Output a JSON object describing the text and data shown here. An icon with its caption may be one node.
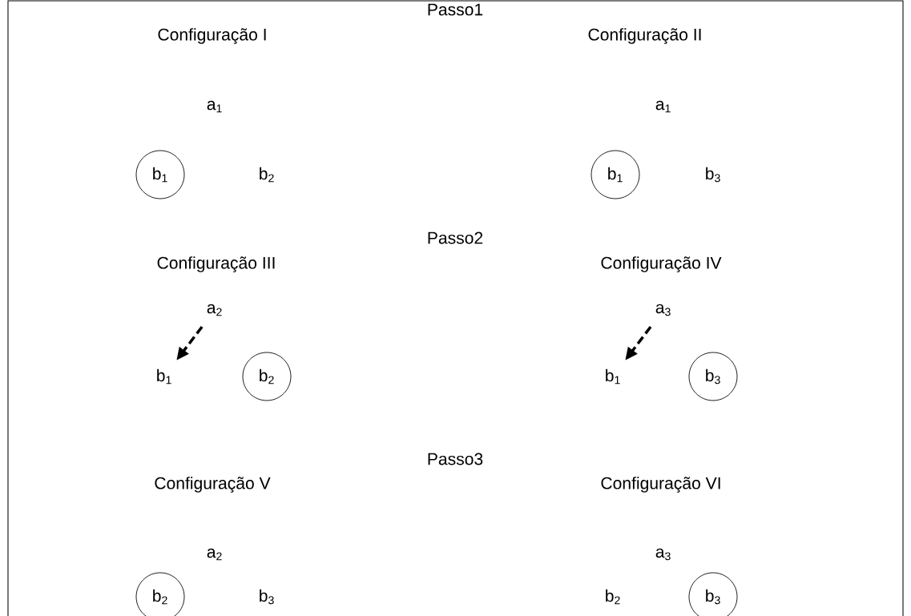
{
  "diagram": {
    "nodes": [
      {
        "text": [
          "a$_{1}$"
        ]
      },
      {
        "text": [
          "a$_{1}$"
        ]
      },
      {
        "text": [
          "b$_{1}$"
        ]
      },
      {
        "text": [
          "b$_{2}$"
        ]
      },
      {
        "text": [
          "b$_{1}$"
        ]
      },
      {
        "text": [
          "b$_{3}$"
        ]
      },
      {
        "text": [
          "a$_{2}$"
        ]
      },
      {
        "text": [
          "a$_{3}$"
        ]
      },
      {
        "text": [
          "b$_{1}$"
        ]
      },
      {
        "text": [
          "b$_{2}$"
        ]
      },
      {
        "text": [
          "b$_{1}$"
        ]
      },
      {
        "text": [
          "b$_{3}$"
        ]
      },
      {
        "text": [
          "a$_{2}$"
        ]
      },
      {
        "text": [
          "a$_{3}$"
        ]
      },
      {
        "text": [
          "b$_{2}$"
        ]
      },
      {
        "text": [
          "b$_{3}$"
        ]
      },
      {
        "text": [
          "b$_{2}$"
        ]
      },
      {
        "text": [
          "b$_{3}$"
        ]
      }
    ],
    "edges": [
      {
        "from": 6,
        "to": 8,
        "arrow": "to",
        "style": "dashed"
      },
      {
        "from": 7,
        "to": 10,
        "arrow": "to",
        "style": "dashed"
      }
    ],
    "labels": [
      "Passo1",
      "Configuração I",
      "Configuração II",
      "Passo2",
      "Configuração III",
      "Configuração IV",
      "Passo3",
      "Configuração V",
      "Configuração VI"
    ]
  }
}
